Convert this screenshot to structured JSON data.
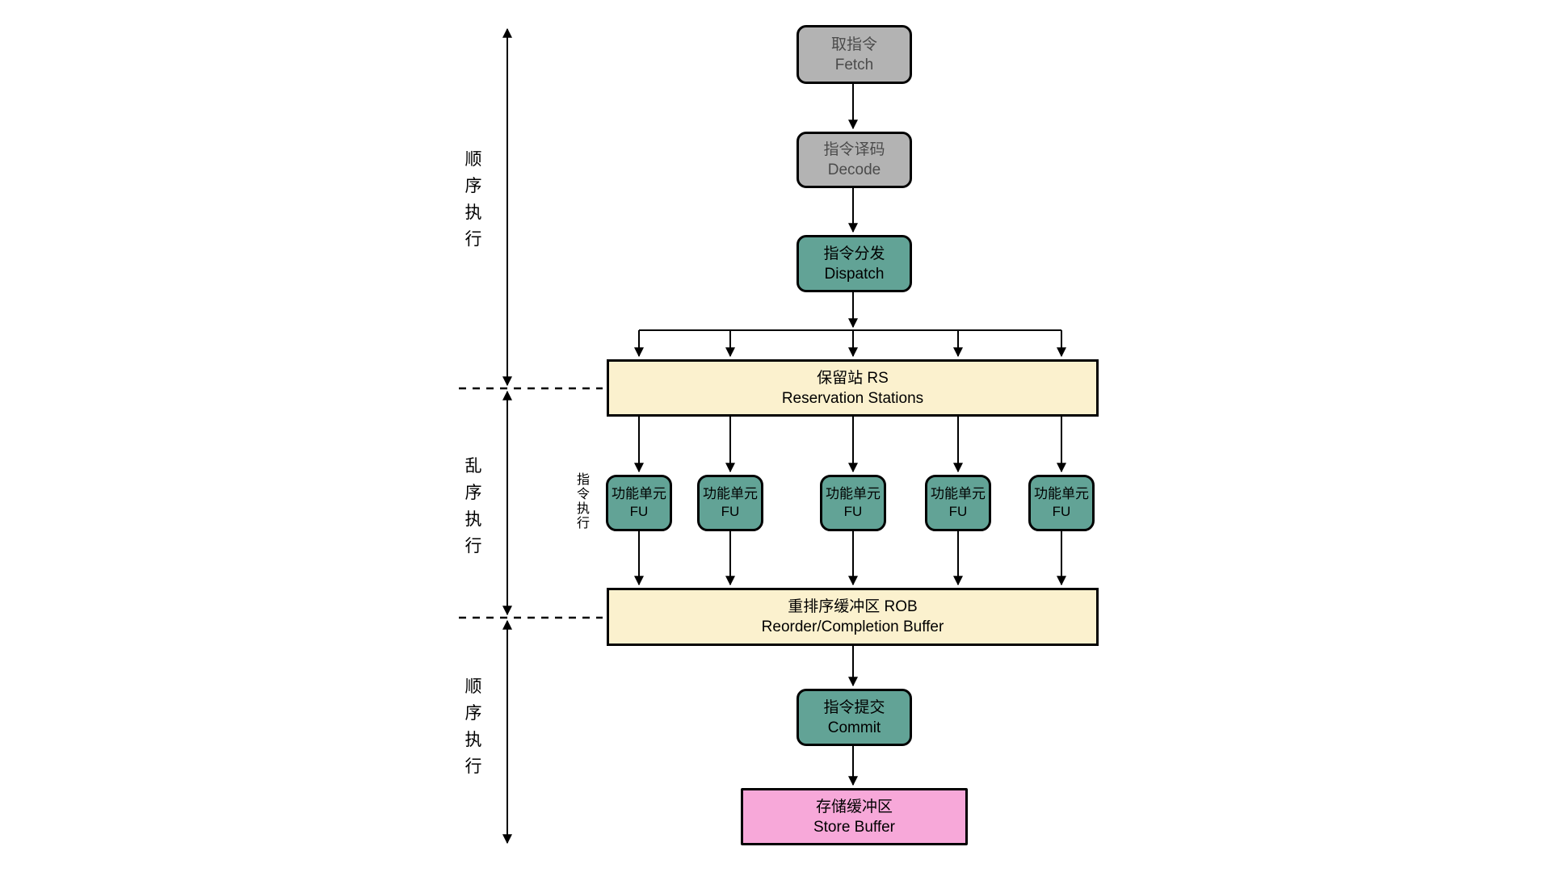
{
  "diagram": {
    "colors": {
      "background": "#ffffff",
      "line": "#000000",
      "text": "#000000",
      "gray_fill": "#b3b3b3",
      "gray_text": "#4b4b4b",
      "teal_fill": "#62a396",
      "yellow_fill": "#fbf1ce",
      "pink_fill": "#f7a8d9"
    },
    "phases": {
      "in_order_top": "顺序执行",
      "out_of_order": "乱序执行",
      "in_order_bottom": "顺序执行",
      "execute": "指令执行"
    },
    "stages": {
      "fetch": {
        "zh": "取指令",
        "en": "Fetch"
      },
      "decode": {
        "zh": "指令译码",
        "en": "Decode"
      },
      "dispatch": {
        "zh": "指令分发",
        "en": "Dispatch"
      },
      "reservation_stations": {
        "zh": "保留站 RS",
        "en": "Reservation Stations"
      },
      "functional_unit": {
        "zh": "功能单元",
        "en": "FU"
      },
      "reorder_buffer": {
        "zh": "重排序缓冲区 ROB",
        "en": "Reorder/Completion Buffer"
      },
      "commit": {
        "zh": "指令提交",
        "en": "Commit"
      },
      "store_buffer": {
        "zh": "存储缓冲区",
        "en": "Store Buffer"
      }
    },
    "functional_unit_count": 5
  }
}
